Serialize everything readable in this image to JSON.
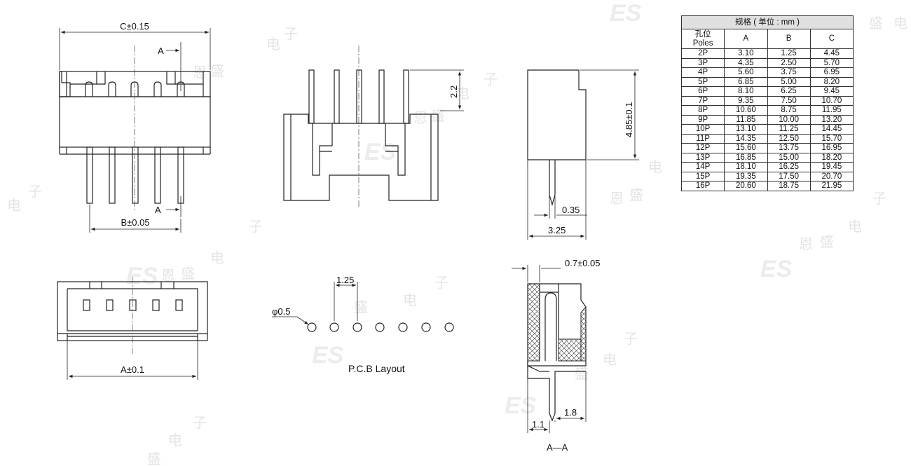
{
  "dims": {
    "c": "C±0.15",
    "b": "B±0.05",
    "a": "A±0.1",
    "section_mark": "A",
    "pin_protrusion": "2.2",
    "height": "4.85±0.1",
    "pin_width": "0.35",
    "depth": "3.25",
    "wall": "0.7±0.05",
    "bottom_left": "1.1",
    "bottom_right": "1.8",
    "pcb_pitch": "1.25",
    "pcb_hole": "φ0.5",
    "pcb_caption": "P.C.B Layout",
    "section_label": "A—A"
  },
  "watermark": {
    "logo": "ES",
    "chars": [
      "恩",
      "盛",
      "电",
      "子"
    ]
  },
  "spec_table": {
    "title": "规格 ( 单位 : mm )",
    "header": {
      "poles_cn": "孔位",
      "poles_en": "Poles",
      "a": "A",
      "b": "B",
      "c": "C"
    },
    "rows": [
      {
        "p": "2P",
        "a": "3.10",
        "b": "1.25",
        "c": "4.45"
      },
      {
        "p": "3P",
        "a": "4.35",
        "b": "2.50",
        "c": "5.70"
      },
      {
        "p": "4P",
        "a": "5.60",
        "b": "3.75",
        "c": "6.95"
      },
      {
        "p": "5P",
        "a": "6.85",
        "b": "5.00",
        "c": "8.20"
      },
      {
        "p": "6P",
        "a": "8.10",
        "b": "6.25",
        "c": "9.45"
      },
      {
        "p": "7P",
        "a": "9.35",
        "b": "7.50",
        "c": "10.70"
      },
      {
        "p": "8P",
        "a": "10.60",
        "b": "8.75",
        "c": "11.95"
      },
      {
        "p": "9P",
        "a": "11.85",
        "b": "10.00",
        "c": "13.20"
      },
      {
        "p": "10P",
        "a": "13.10",
        "b": "11.25",
        "c": "14.45"
      },
      {
        "p": "11P",
        "a": "14.35",
        "b": "12.50",
        "c": "15.70"
      },
      {
        "p": "12P",
        "a": "15.60",
        "b": "13.75",
        "c": "16.95"
      },
      {
        "p": "13P",
        "a": "16.85",
        "b": "15.00",
        "c": "18.20"
      },
      {
        "p": "14P",
        "a": "18.10",
        "b": "16.25",
        "c": "19.45"
      },
      {
        "p": "15P",
        "a": "19.35",
        "b": "17.50",
        "c": "20.70"
      },
      {
        "p": "16P",
        "a": "20.60",
        "b": "18.75",
        "c": "21.95"
      }
    ]
  }
}
